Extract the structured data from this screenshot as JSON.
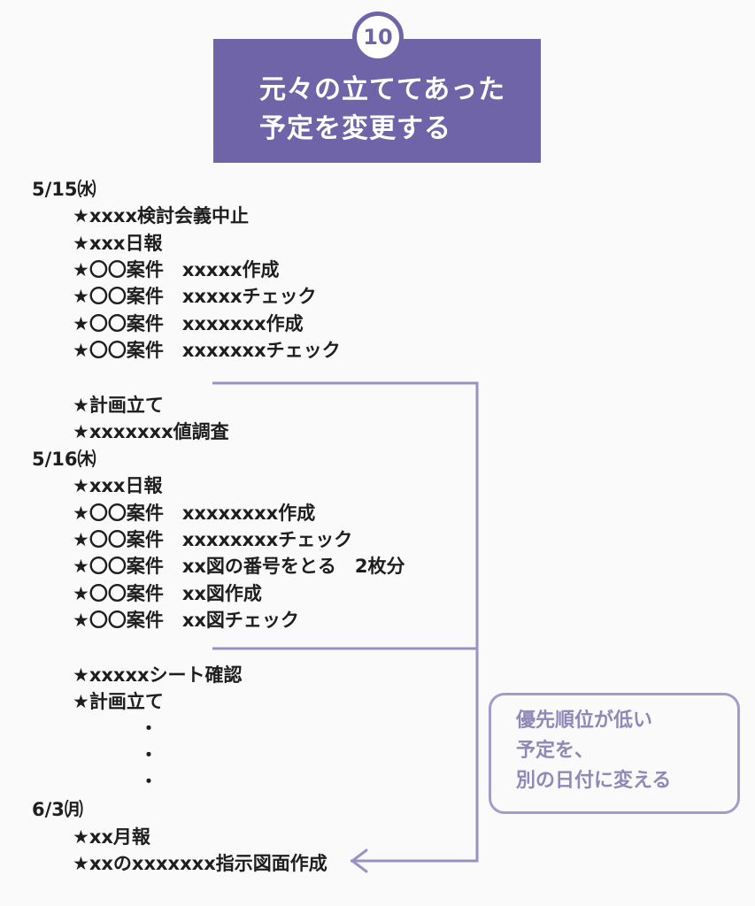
{
  "badge": "10",
  "title": {
    "line1": "元々の立ててあった",
    "line2": "予定を変更する"
  },
  "schedule": [
    {
      "kind": "date",
      "text": "5/15㈬"
    },
    {
      "kind": "item",
      "text": "★xxxx検討会義中止"
    },
    {
      "kind": "item",
      "text": "★xxx日報"
    },
    {
      "kind": "item",
      "text": "★〇〇案件　xxxxx作成"
    },
    {
      "kind": "item",
      "text": "★〇〇案件　xxxxxチェック"
    },
    {
      "kind": "item",
      "text": "★〇〇案件　xxxxxxx作成"
    },
    {
      "kind": "item",
      "text": "★〇〇案件　xxxxxxxチェック"
    },
    {
      "kind": "item",
      "text": "★計画立て"
    },
    {
      "kind": "item",
      "text": "★xxxxxxx値調査"
    },
    {
      "kind": "date",
      "text": "5/16㈭"
    },
    {
      "kind": "item",
      "text": "★xxx日報"
    },
    {
      "kind": "item",
      "text": "★〇〇案件　xxxxxxxx作成"
    },
    {
      "kind": "item",
      "text": "★〇〇案件　xxxxxxxxチェック"
    },
    {
      "kind": "item",
      "text": "★〇〇案件　xx図の番号をとる　2枚分"
    },
    {
      "kind": "item",
      "text": "★〇〇案件　xx図作成"
    },
    {
      "kind": "item",
      "text": "★〇〇案件　xx図チェック"
    },
    {
      "kind": "item",
      "text": "★xxxxxシート確認"
    },
    {
      "kind": "item",
      "text": "★計画立て"
    },
    {
      "kind": "dot",
      "text": "・"
    },
    {
      "kind": "dot",
      "text": "・"
    },
    {
      "kind": "dot",
      "text": "・"
    },
    {
      "kind": "date",
      "text": "6/3㈪"
    },
    {
      "kind": "item",
      "text": "★xx月報"
    },
    {
      "kind": "item",
      "text": "★xxのxxxxxxx指示図面作成"
    }
  ],
  "callout": {
    "line1": "優先順位が低い",
    "line2": "予定を、",
    "line3": "別の日付に変える"
  },
  "colors": {
    "accent": "#6f64a8",
    "connector": "#9993c4",
    "callout_text": "#8f89b8"
  }
}
